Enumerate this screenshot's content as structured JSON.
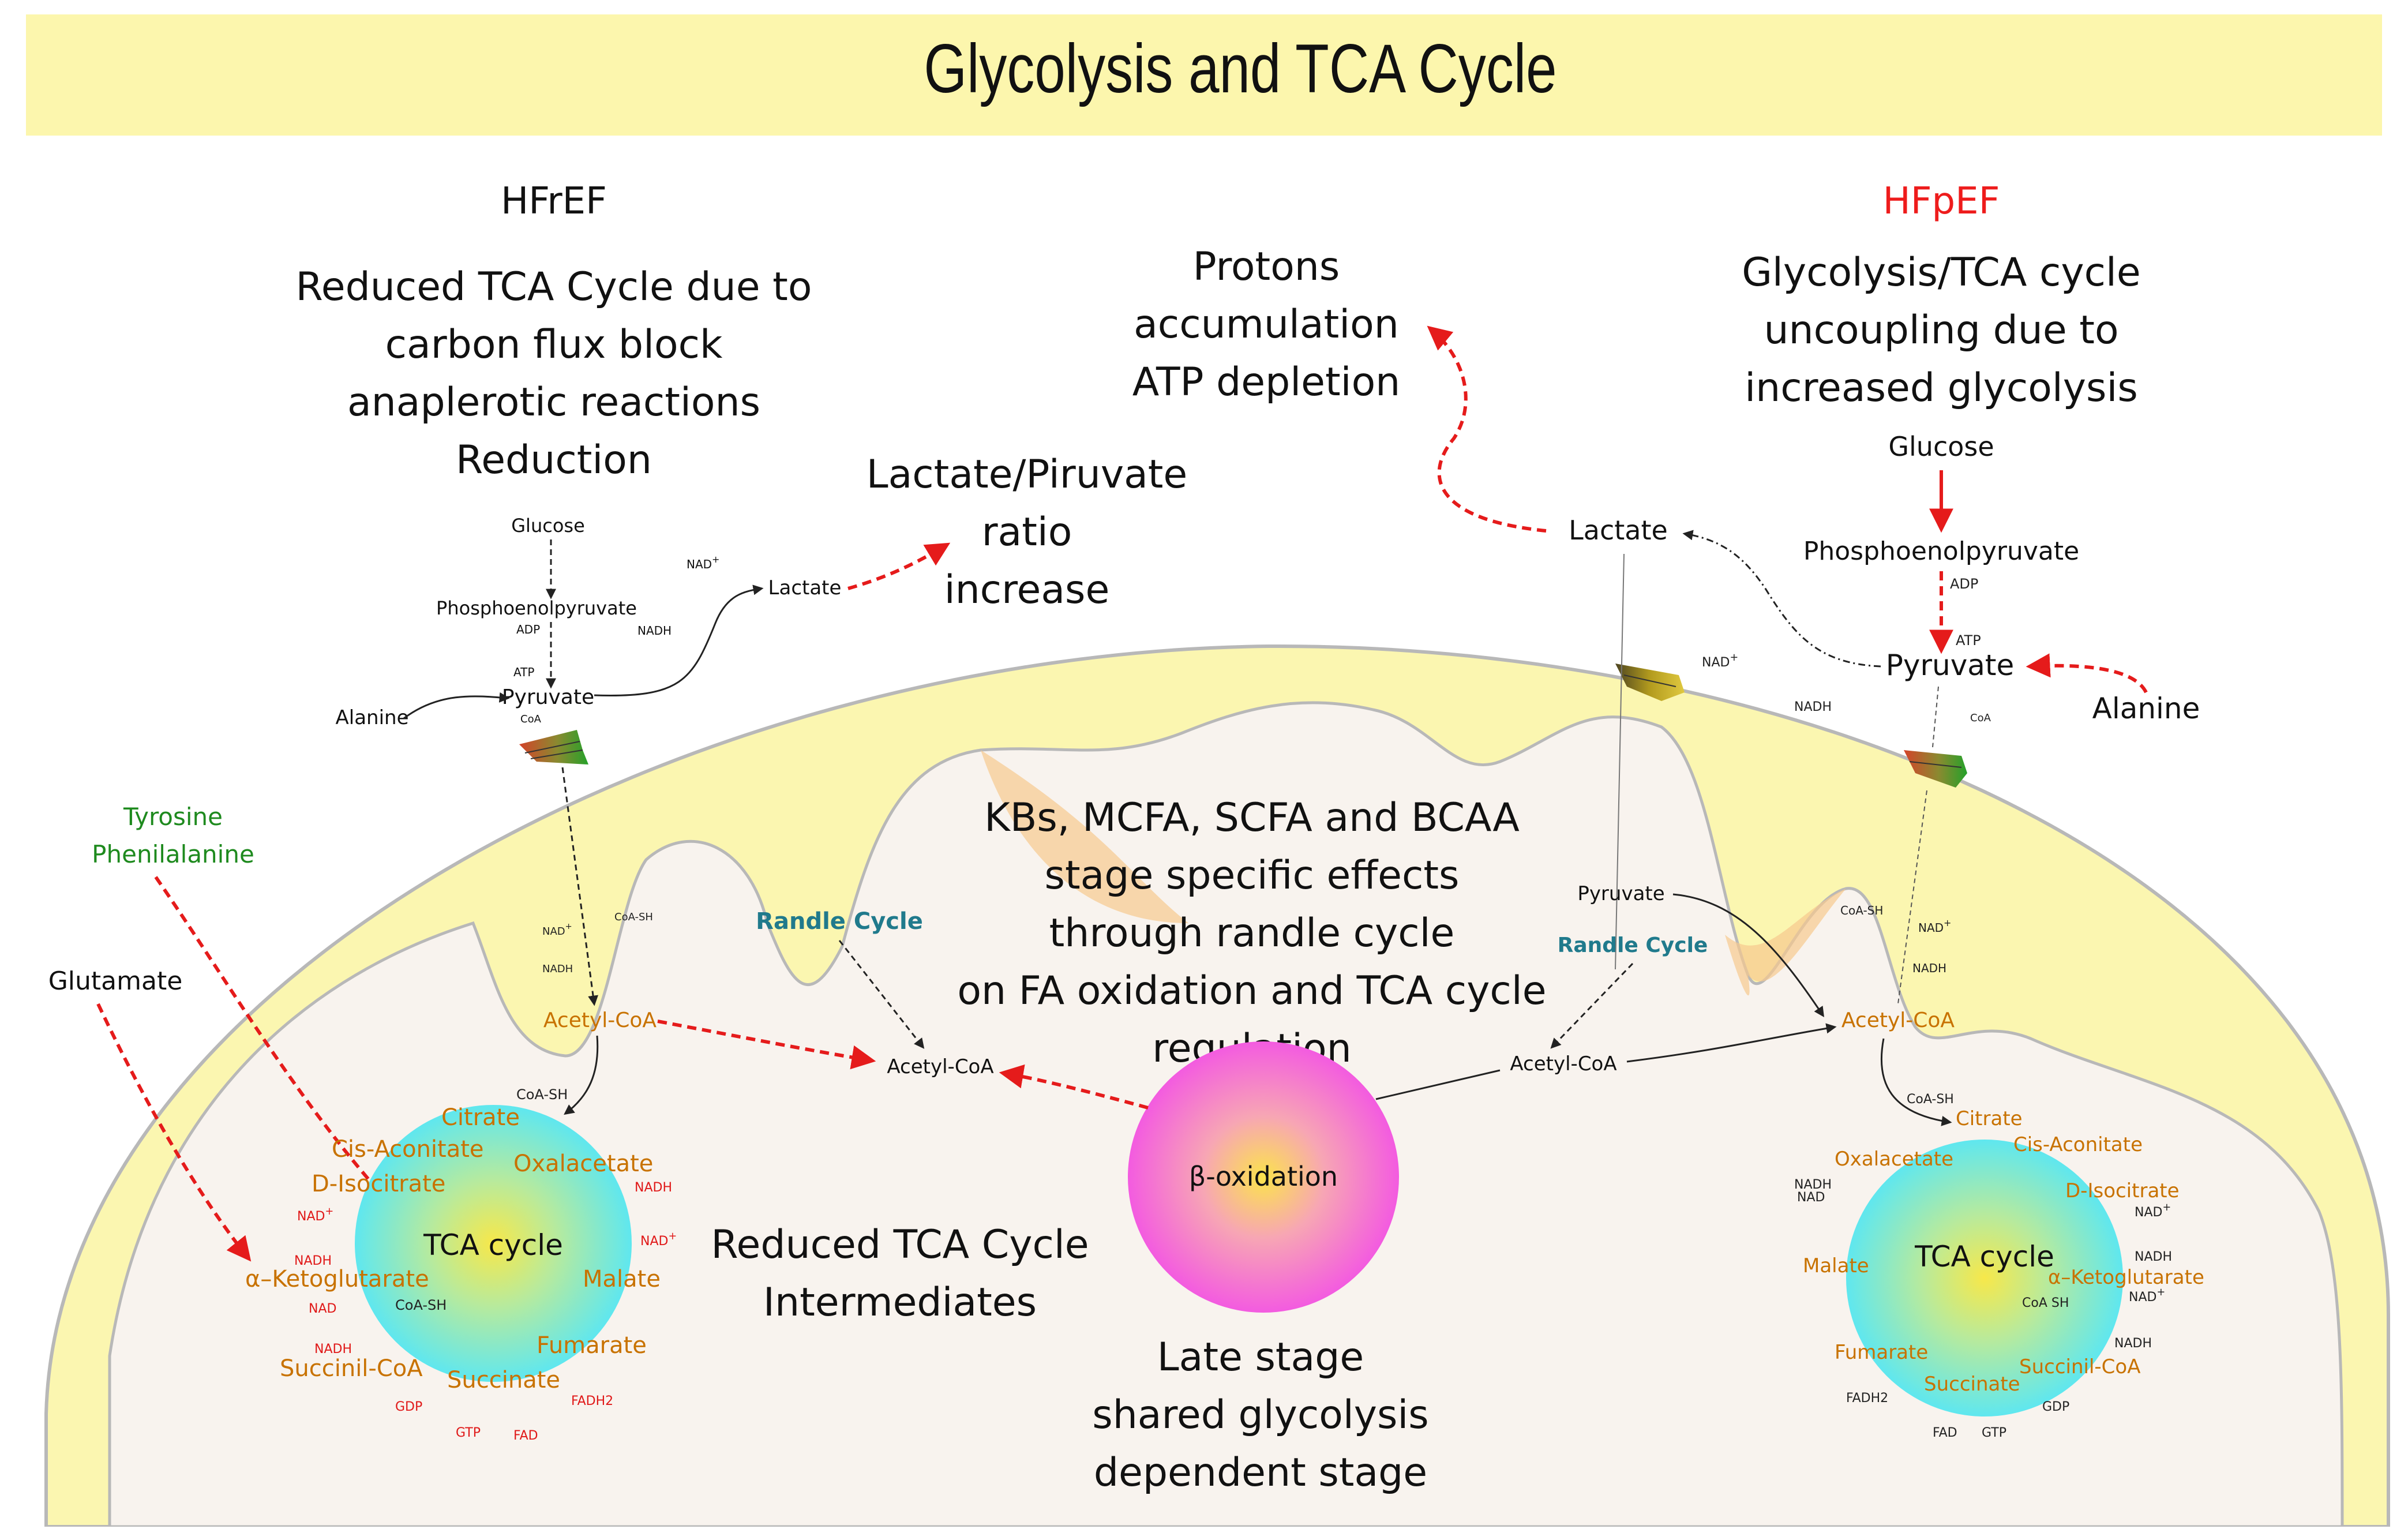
{
  "title": "Glycolysis and TCA Cycle",
  "left": {
    "heading": "HFrEF",
    "description": [
      "Reduced TCA Cycle due to",
      "carbon flux block",
      "anaplerotic reactions",
      "Reduction"
    ],
    "lactate_note": [
      "Lactate/Piruvate",
      "ratio",
      "increase"
    ],
    "labels": {
      "glucose": "Glucose",
      "pep": "Phosphoenolpyruvate",
      "adp": "ADP",
      "atp": "ATP",
      "pyruvate": "Pyruvate",
      "alanine": "Alanine",
      "coa": "CoA",
      "lactate": "Lactate",
      "nad_plus": "NAD",
      "nadh": "NADH",
      "tyrosine": "Tyrosine",
      "phenylalanine": "Phenilalanine",
      "glutamate": "Glutamate",
      "acetyl_coa": "Acetyl-CoA",
      "coa_sh": "CoA-SH",
      "nad_cofactor": "NAD",
      "nadh_cofactor": "NADH"
    },
    "tca": {
      "center": "TCA cycle",
      "citrate": "Citrate",
      "cis_aconitate": "Cis-Aconitate",
      "d_isocitrate": "D-Isocitrate",
      "alpha_ketoglutarate": "α–Ketoglutarate",
      "succinil_coa": "Succinil-CoA",
      "succinate": "Succinate",
      "fumarate": "Fumarate",
      "malate": "Malate",
      "oxalacetate": "Oxalacetate",
      "coa_sh": "CoA-SH",
      "coa_sh_inner": "CoA-SH",
      "nad_plus_1": "NAD",
      "nadh_1": "NADH",
      "nad_2": "NAD",
      "nadh_2": "NADH",
      "nad_plus_3": "NAD",
      "gdp": "GDP",
      "gtp": "GTP",
      "fad": "FAD",
      "fadh2": "FADH2"
    }
  },
  "center": {
    "protons_note": [
      "Protons",
      "accumulation",
      "ATP depletion"
    ],
    "kbs_note": [
      "KBs, MCFA, SCFA and BCAA",
      "stage specific effects",
      "through randle cycle",
      "on FA oxidation and TCA cycle",
      "regulation"
    ],
    "randle_left": "Randle Cycle",
    "randle_right": "Randle Cycle",
    "acetyl_coa": "Acetyl-CoA",
    "beta_oxidation": "β-oxidation",
    "reduced_tca": [
      "Reduced TCA Cycle",
      "Intermediates"
    ],
    "late_stage": [
      "Late stage",
      "shared glycolysis",
      "dependent stage"
    ],
    "pyruvate": "Pyruvate",
    "acetyl_coa_right": "Acetyl-CoA"
  },
  "right": {
    "heading": "HFpEF",
    "description": [
      "Glycolysis/TCA cycle",
      "uncoupling due to",
      "increased glycolysis"
    ],
    "labels": {
      "glucose": "Glucose",
      "pep": "Phosphoenolpyruvate",
      "adp": "ADP",
      "atp": "ATP",
      "pyruvate": "Pyruvate",
      "alanine": "Alanine",
      "lactate": "Lactate",
      "nad_plus": "NAD",
      "nadh": "NADH",
      "coa": "CoA",
      "coa_sh": "CoA-SH",
      "nad_cofactor": "NAD",
      "nadh_cofactor": "NADH",
      "acetyl_coa": "Acetyl-CoA",
      "coa_sh2": "CoA-SH"
    },
    "tca": {
      "center": "TCA cycle",
      "citrate": "Citrate",
      "cis_aconitate": "Cis-Aconitate",
      "d_isocitrate": "D-Isocitrate",
      "alpha_ketoglutarate": "α–Ketoglutarate",
      "succinil_coa": "Succinil-CoA",
      "succinate": "Succinate",
      "fumarate": "Fumarate",
      "malate": "Malate",
      "oxalacetate": "Oxalacetate",
      "nadh_left": "NADH",
      "nad_left": "NAD",
      "nad_plus_1": "NAD",
      "nadh_1": "NADH",
      "coa_sh": "CoA SH",
      "nad_plus_2": "NAD",
      "nadh_2": "NADH",
      "gdp": "GDP",
      "gtp": "GTP",
      "fad": "FAD",
      "fadh2": "FADH2"
    }
  },
  "colors": {
    "banner": "#fcf6ad",
    "membrane_fill": "#fbf6b0",
    "matrix_fill": "#f8f3ee",
    "metabolite": "#c87200",
    "cofactor_red": "#e01818",
    "hfpef_red": "#ee1c1c",
    "amino_green": "#1e8a1e",
    "randle_teal": "#207a8c",
    "tca_cyan": "#6ee6e6",
    "beta_pink": "#f56ad8"
  }
}
